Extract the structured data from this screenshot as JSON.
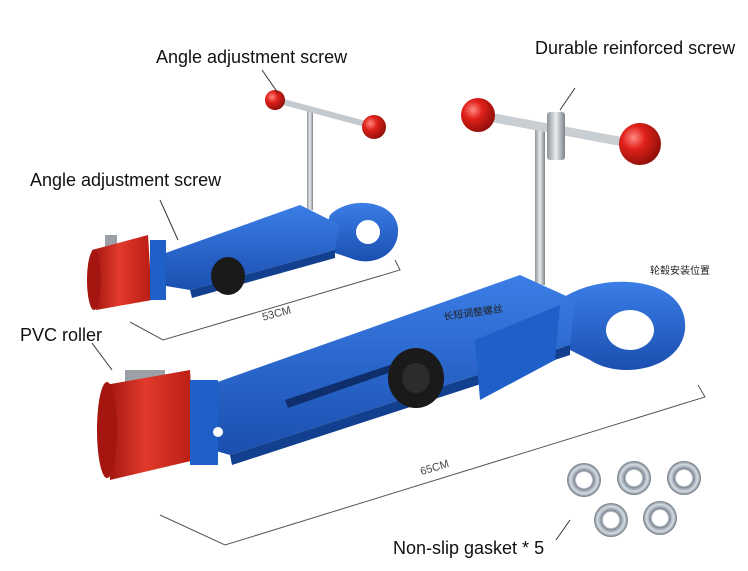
{
  "labels": {
    "angle_screw_top": "Angle adjustment screw",
    "durable_screw": "Durable reinforced screw",
    "angle_screw_left": "Angle adjustment screw",
    "pvc_roller": "PVC roller",
    "dim_small": "53CM",
    "dim_large": "65CM",
    "cn_adjust": "长短调整螺丝",
    "cn_wheel": "轮毂安装位置",
    "gasket": "Non-slip gasket * 5"
  },
  "colors": {
    "tool_blue": "#1f5fc8",
    "tool_blue_dark": "#123f8e",
    "roller_red": "#d7261e",
    "ball_red": "#e0201a",
    "knob_black": "#1a1a1a",
    "steel": "#b9bec4"
  }
}
